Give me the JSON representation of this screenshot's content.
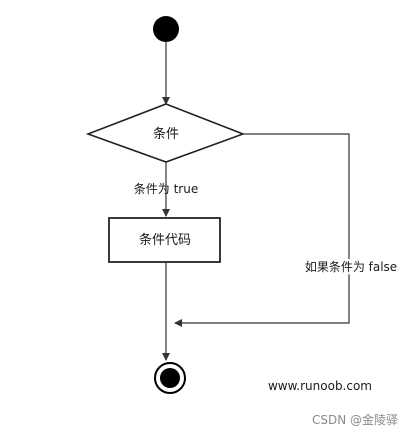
{
  "diagram": {
    "condition_label": "条件",
    "true_edge_label": "条件为 true",
    "action_label": "条件代码",
    "false_edge_label": "如果条件为 false",
    "source_site": "www.runoob.com"
  },
  "watermark": {
    "text": "CSDN @金陵驿"
  }
}
